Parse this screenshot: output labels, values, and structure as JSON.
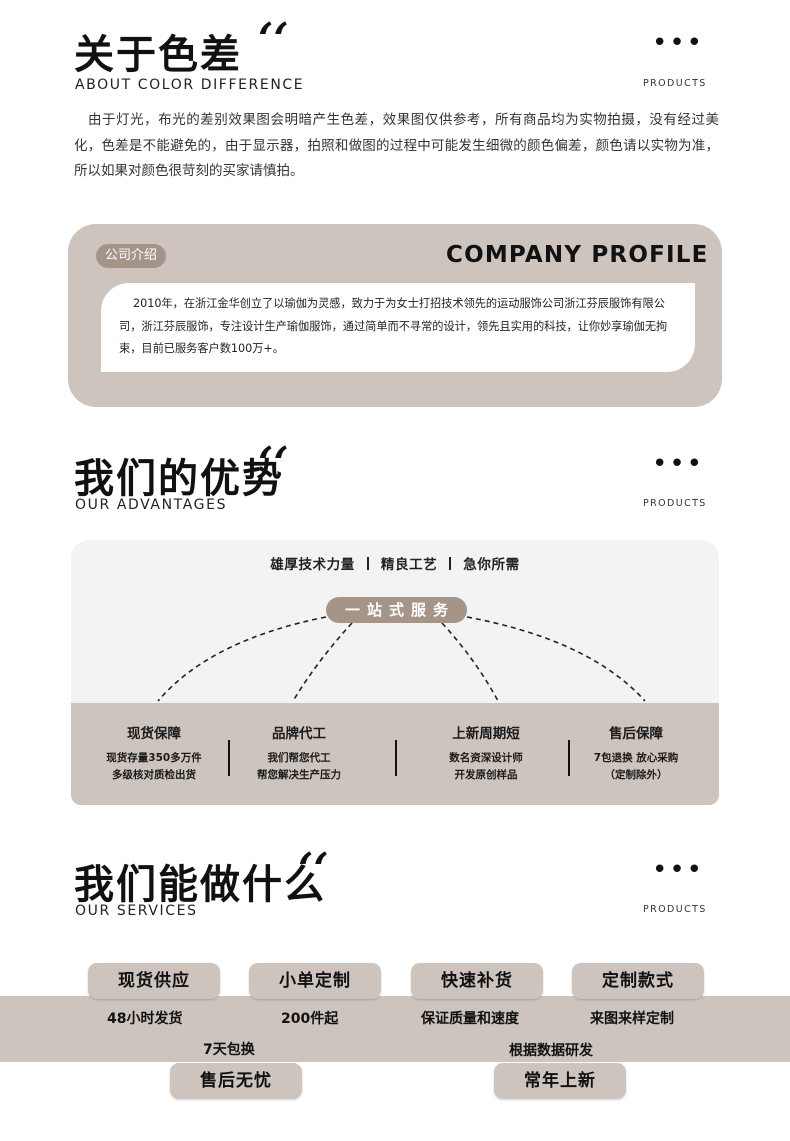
{
  "color_section": {
    "title": "关于色差",
    "quote": "‘‘",
    "subtitle": "ABOUT COLOR DIFFERENCE",
    "dots": "•••",
    "tag": "PRODUCTS",
    "body": "由于灯光，布光的差别效果图会明暗产生色差，效果图仅供参考，所有商品均为实物拍摄，没有经过美化，色差是不能避免的，由于显示器，拍照和做图的过程中可能发生细微的颜色偏差，颜色请以实物为准，所以如果对颜色很苛刻的买家请慎拍。"
  },
  "company": {
    "badge": "公司介绍",
    "title_en": "COMPANY PROFILE",
    "body": "2010年，在浙江金华创立了以瑜伽为灵感，致力于为女士打招技术领先的运动服饰公司浙江芬辰服饰有限公司，浙江芬辰服饰，专注设计生产瑜伽服饰，通过简单而不寻常的设计，领先且实用的科技，让你妙享瑜伽无拘束，目前已服务客户数100万+。"
  },
  "advantages": {
    "title": "我们的优势",
    "quote": "‘‘",
    "subtitle": "OUR ADVANTAGES",
    "dots": "•••",
    "tag": "PRODUCTS",
    "top_items": [
      "雄厚技术力量",
      "精良工艺",
      "急你所需"
    ],
    "center": "一站式服务",
    "columns": [
      {
        "title": "现货保障",
        "line1": "现货存量350多万件",
        "line2": "多级核对质检出货"
      },
      {
        "title": "品牌代工",
        "line1": "我们帮您代工",
        "line2": "帮您解决生产压力"
      },
      {
        "title": "上新周期短",
        "line1": "数名资深设计师",
        "line2": "开发原创样品"
      },
      {
        "title": "售后保障",
        "line1": "7包退换 放心采购",
        "line2": "（定制除外）"
      }
    ]
  },
  "services": {
    "title": "我们能做什么",
    "quote": "‘‘",
    "subtitle": "OUR SERVICES",
    "dots": "•••",
    "tag": "PRODUCTS",
    "pills_top": [
      "现货供应",
      "小单定制",
      "快速补货",
      "定制款式"
    ],
    "row1": [
      "48小时发货",
      "200件起",
      "保证质量和速度",
      "来图来样定制"
    ],
    "row2": [
      "7天包换",
      "根据数据研发"
    ],
    "pills_bottom": [
      "售后无忧",
      "常年上新"
    ]
  },
  "colors": {
    "accent": "#a59488",
    "band": "#cdc4bd",
    "panel": "#f3f3f3"
  }
}
